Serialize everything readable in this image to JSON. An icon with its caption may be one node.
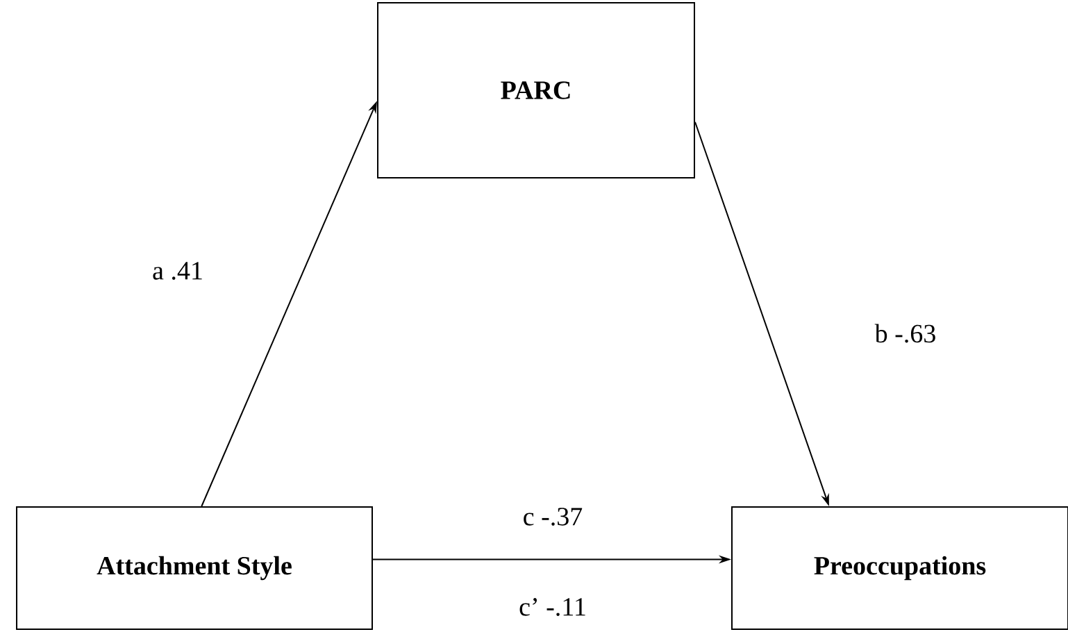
{
  "diagram": {
    "nodes": [
      {
        "text": [
          "PARC"
        ]
      },
      {
        "text": [
          "Attachment Style"
        ]
      },
      {
        "text": [
          "Preoccupations"
        ]
      }
    ],
    "edges": [
      {
        "from": 1,
        "to": 0,
        "arrow": "to",
        "label": "a .41"
      },
      {
        "from": 0,
        "to": 2,
        "arrow": "to",
        "label": "b -.63"
      },
      {
        "from": 1,
        "to": 2,
        "arrow": "to",
        "label": "c -.37"
      }
    ],
    "labels": [
      "c’ -.11"
    ]
  }
}
